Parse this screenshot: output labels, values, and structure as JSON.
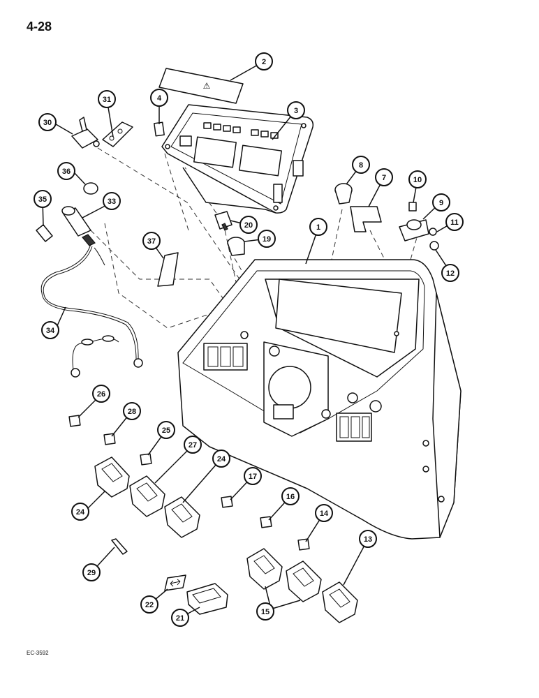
{
  "page": {
    "number": "4-28",
    "figure_code": "EC-3592"
  },
  "decal_symbol": "⚠",
  "callouts": [
    {
      "id": "c1",
      "label": "1"
    },
    {
      "id": "c2",
      "label": "2"
    },
    {
      "id": "c3",
      "label": "3"
    },
    {
      "id": "c4",
      "label": "4"
    },
    {
      "id": "c7",
      "label": "7"
    },
    {
      "id": "c8",
      "label": "8"
    },
    {
      "id": "c9",
      "label": "9"
    },
    {
      "id": "c10",
      "label": "10"
    },
    {
      "id": "c11",
      "label": "11"
    },
    {
      "id": "c12",
      "label": "12"
    },
    {
      "id": "c13",
      "label": "13"
    },
    {
      "id": "c14",
      "label": "14"
    },
    {
      "id": "c15",
      "label": "15"
    },
    {
      "id": "c16",
      "label": "16"
    },
    {
      "id": "c17",
      "label": "17"
    },
    {
      "id": "c19",
      "label": "19"
    },
    {
      "id": "c20",
      "label": "20"
    },
    {
      "id": "c21",
      "label": "21"
    },
    {
      "id": "c22",
      "label": "22"
    },
    {
      "id": "c24a",
      "label": "24"
    },
    {
      "id": "c24b",
      "label": "24"
    },
    {
      "id": "c25",
      "label": "25"
    },
    {
      "id": "c26",
      "label": "26"
    },
    {
      "id": "c27",
      "label": "27"
    },
    {
      "id": "c28",
      "label": "28"
    },
    {
      "id": "c29",
      "label": "29"
    },
    {
      "id": "c30",
      "label": "30"
    },
    {
      "id": "c31",
      "label": "31"
    },
    {
      "id": "c33",
      "label": "33"
    },
    {
      "id": "c34",
      "label": "34"
    },
    {
      "id": "c35",
      "label": "35"
    },
    {
      "id": "c36",
      "label": "36"
    },
    {
      "id": "c37",
      "label": "37"
    }
  ]
}
